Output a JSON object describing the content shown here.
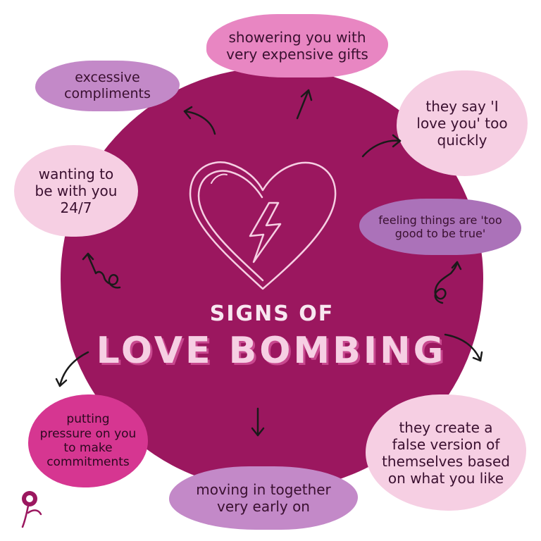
{
  "title": {
    "line1": "SIGNS OF",
    "line2": "LOVE BOMBING"
  },
  "signs": {
    "gifts": "showering you with\nvery expensive gifts",
    "compliments": "excessive\ncompliments",
    "love_you": "they say 'I\nlove you' too\nquickly",
    "with_you": "wanting to\nbe with you\n24/7",
    "too_good": "feeling things are 'too\ngood to be true'",
    "pressure": "putting\npressure on you\nto make\ncommitments",
    "false_version": "they create a\nfalse version of\nthemselves based\non what you like",
    "moving_in": "moving in together\nvery early on"
  },
  "colors": {
    "circle": "#9b175f",
    "light_pink": "#f6cfe3",
    "lilac": "#c389c8",
    "hot_pink": "#d63691",
    "title_shadow": "#c8498f"
  },
  "icons": [
    "heart-with-lightning-icon",
    "arrow-icon",
    "squiggle-icon",
    "flower-logo-icon"
  ]
}
